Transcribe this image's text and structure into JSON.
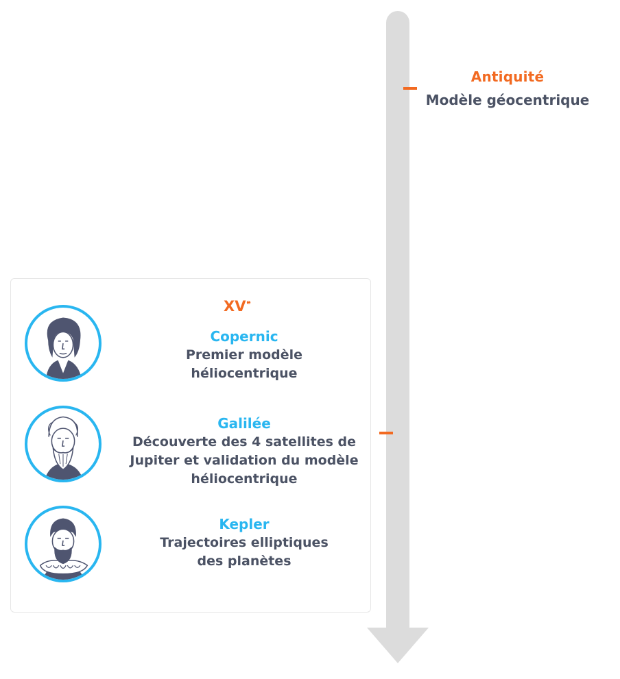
{
  "colors": {
    "axis": "#dcdcdc",
    "accent_orange": "#f26a21",
    "accent_blue": "#29b6f0",
    "text_dark": "#4b5264",
    "portrait_ink": "#4f5570"
  },
  "timeline": {
    "era": {
      "title": "Antiquité",
      "description": "Modèle géocentrique"
    },
    "card": {
      "century": "XV",
      "century_suffix": "e",
      "people": [
        {
          "name": "Copernic",
          "portrait_icon": "copernic-portrait-icon",
          "lines": [
            "Premier modèle",
            "héliocentrique"
          ]
        },
        {
          "name": "Galilée",
          "portrait_icon": "galilee-portrait-icon",
          "lines": [
            "Découverte des 4 satellites de",
            "Jupiter et validation du modèle",
            "héliocentrique"
          ]
        },
        {
          "name": "Kepler",
          "portrait_icon": "kepler-portrait-icon",
          "lines": [
            "Trajectoires elliptiques",
            "des planètes"
          ]
        }
      ]
    }
  }
}
